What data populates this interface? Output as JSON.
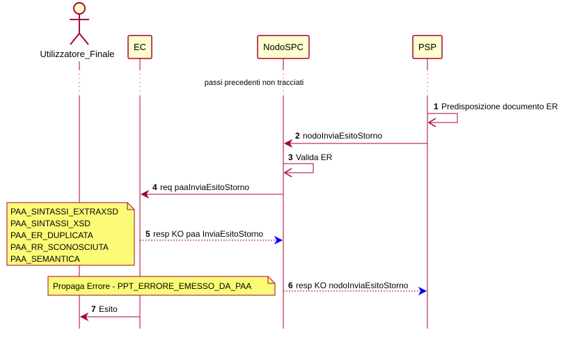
{
  "participants": [
    {
      "id": "user",
      "label": "Utilizzatore_Finale",
      "kind": "actor"
    },
    {
      "id": "ec",
      "label": "EC",
      "kind": "box"
    },
    {
      "id": "nodo",
      "label": "NodoSPC",
      "kind": "box"
    },
    {
      "id": "psp",
      "label": "PSP",
      "kind": "box"
    }
  ],
  "divider_text": "passi precedenti non tracciati",
  "messages": [
    {
      "num": "1",
      "text": "Predisposizione documento ER",
      "from": "psp",
      "to": "psp",
      "style": "solid"
    },
    {
      "num": "2",
      "text": "nodoInviaEsitoStorno",
      "from": "psp",
      "to": "nodo",
      "style": "solid"
    },
    {
      "num": "3",
      "text": "Valida ER",
      "from": "nodo",
      "to": "nodo",
      "style": "solid"
    },
    {
      "num": "4",
      "text": "req paaInviaEsitoStorno",
      "from": "nodo",
      "to": "ec",
      "style": "solid"
    },
    {
      "num": "5",
      "text": "resp KO paa InviaEsitoStorno",
      "from": "ec",
      "to": "nodo",
      "style": "dashed"
    },
    {
      "num": "6",
      "text": "resp KO nodoInviaEsitoStorno",
      "from": "nodo",
      "to": "psp",
      "style": "dashed"
    },
    {
      "num": "7",
      "text": "Esito",
      "from": "ec",
      "to": "user",
      "style": "solid"
    }
  ],
  "notes": [
    {
      "id": "errors",
      "lines": [
        "PAA_SINTASSI_EXTRAXSD",
        "PAA_SINTASSI_XSD",
        "PAA_ER_DUPLICATA",
        "PAA_RR_SCONOSCIUTA",
        "PAA_SEMANTICA"
      ]
    },
    {
      "id": "propaga",
      "lines": [
        "Propaga Errore - PPT_ERRORE_EMESSO_DA_PAA"
      ]
    }
  ],
  "colors": {
    "line": "#A80036",
    "participant_fill": "#FEFECE",
    "note_fill": "#FBFB77",
    "arrow_solid": "#A80036",
    "arrow_dashed_head": "#0000FF"
  }
}
